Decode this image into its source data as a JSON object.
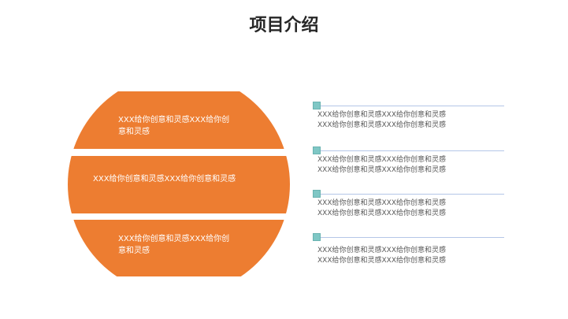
{
  "title": "项目介绍",
  "colors": {
    "accent": "#ED7D31",
    "square": "#7FC7C5",
    "line": "#B4C6E7"
  },
  "bands": [
    {
      "line1": "XXX给你创意和灵感XXX给你创",
      "line2": "意和灵感"
    },
    {
      "line1": "XXX给你创意和灵感XXX给你创意和灵感",
      "line2": ""
    },
    {
      "line1": "XXX给你创意和灵感XXX给你创",
      "line2": "意和灵感"
    }
  ],
  "items": [
    {
      "line1": "XXX给你创意和灵感XXX给你创意和灵感",
      "line2": "XXX给你创意和灵感XXX给你创意和灵感"
    },
    {
      "line1": "XXX给你创意和灵感XXX给你创意和灵感",
      "line2": "XXX给你创意和灵感XXX给你创意和灵感"
    },
    {
      "line1": "XXX给你创意和灵感XXX给你创意和灵感",
      "line2": "XXX给你创意和灵感XXX给你创意和灵感"
    },
    {
      "line1": "XXX给你创意和灵感XXX给你创意和灵感",
      "line2": "XXX给你创意和灵感XXX给你创意和灵感"
    }
  ]
}
